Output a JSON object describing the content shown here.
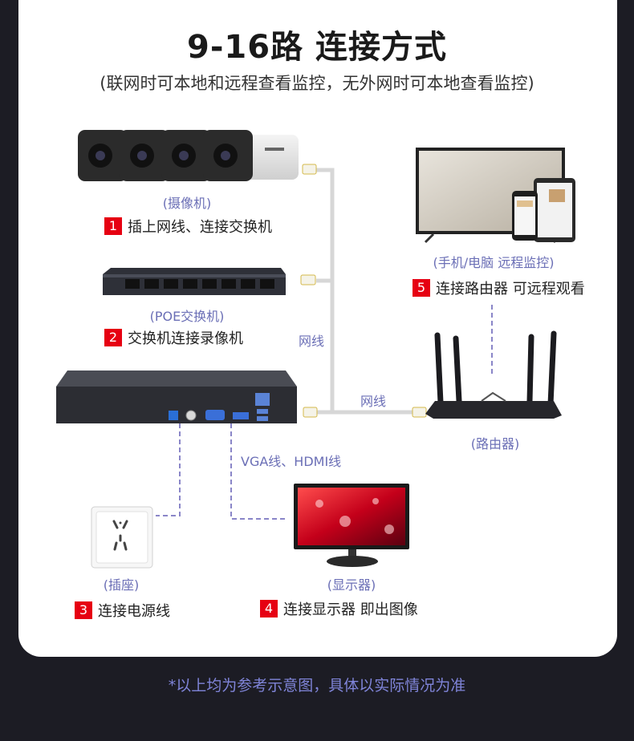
{
  "title": "9-16路 连接方式",
  "subtitle": "(联网时可本地和远程查看监控，无外网时可本地查看监控)",
  "devices": {
    "camera": "(摄像机)",
    "poe_switch": "(POE交换机)",
    "remote": "(手机/电脑 远程监控)",
    "router": "(路由器)",
    "socket": "(插座)",
    "monitor": "(显示器)"
  },
  "steps": [
    {
      "num": "1",
      "text": "插上网线、连接交换机"
    },
    {
      "num": "2",
      "text": "交换机连接录像机"
    },
    {
      "num": "3",
      "text": "连接电源线"
    },
    {
      "num": "4",
      "text": "连接显示器 即出图像"
    },
    {
      "num": "5",
      "text": "连接路由器 可远程观看"
    }
  ],
  "wires": {
    "network_vertical": "网线",
    "network_router": "网线",
    "video": "VGA线、HDMI线"
  },
  "footnote": "*以上均为参考示意图，具体以实际情况为准",
  "colors": {
    "background": "#1c1c24",
    "accent_red": "#e60012",
    "caption_purple": "#6b6fb6",
    "wire_gray": "#d7d7d7",
    "dashed_purple": "#8a86c8"
  }
}
